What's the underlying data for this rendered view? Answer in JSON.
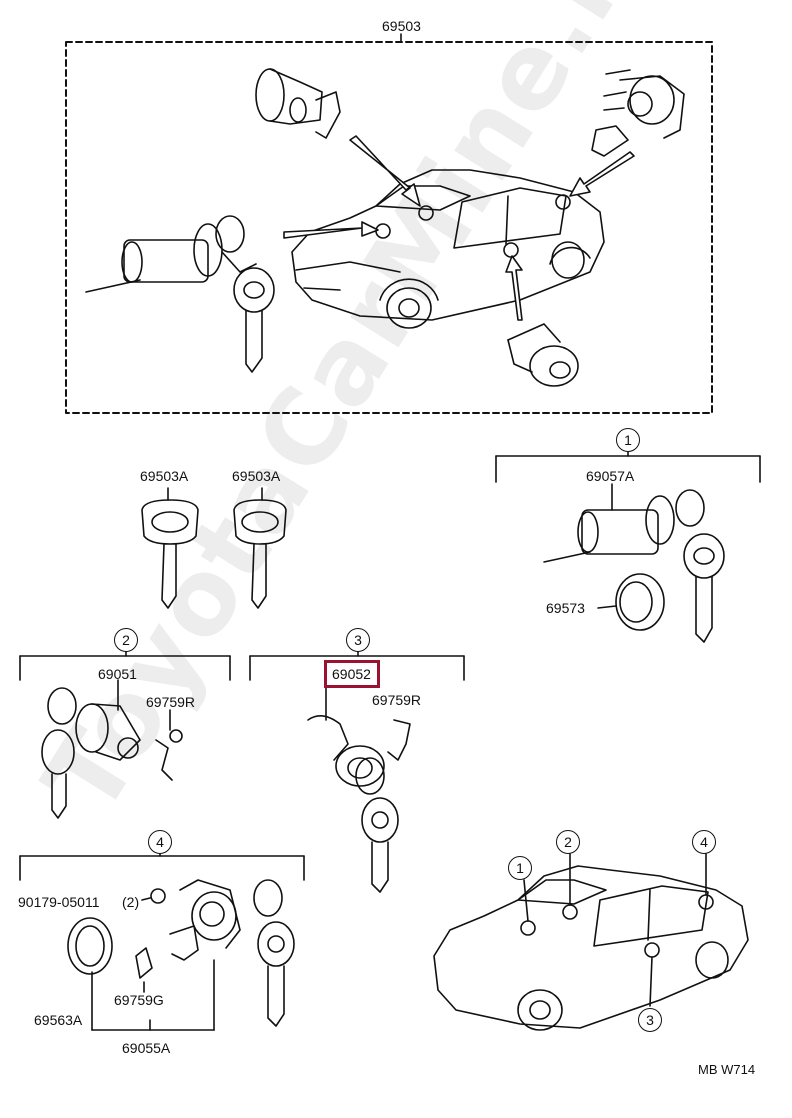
{
  "labels": {
    "top_assembly": "69503",
    "key_a_left": "69503A",
    "key_a_right": "69503A",
    "group1_part": "69057A",
    "group1_ring": "69573",
    "group2_part": "69051",
    "group2_clip": "69759R",
    "group3_part": "69052",
    "group3_clip": "69759R",
    "group4_bolt": "90179-05011",
    "group4_qty": "(2)",
    "group4_ring": "69563A",
    "group4_clip": "69759G",
    "group4_part": "69055A",
    "drawing_code": "MB W714"
  },
  "callouts": {
    "one": "1",
    "two": "2",
    "three": "3",
    "four": "4"
  },
  "watermark": "ToyotaCarMine.ru",
  "colors": {
    "ink": "#111111",
    "highlight": "#9b1131",
    "watermark": "#000000"
  }
}
